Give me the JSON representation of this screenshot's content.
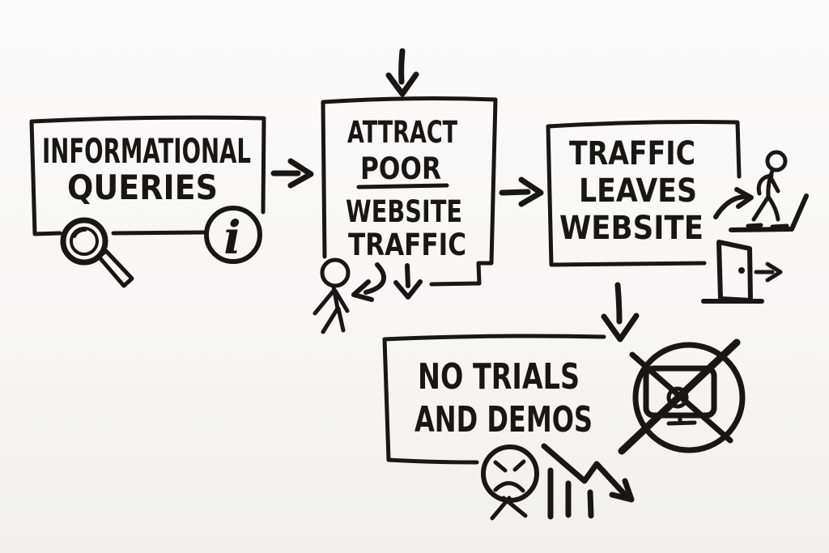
{
  "colors": {
    "background": "#f7f6f5",
    "ink": "#181715"
  },
  "boxes": {
    "informational_queries": {
      "line1": "INFORMATIONAL",
      "line2": "QUERIES"
    },
    "attract_poor_website_traffic": {
      "line1": "ATTRACT",
      "line2": "POOR",
      "line3": "WEBSITE",
      "line4": "TRAFFIC"
    },
    "traffic_leaves_website": {
      "line1": "TRAFFIC",
      "line2": "LEAVES",
      "line3": "WEBSITE"
    },
    "no_trials_and_demos": {
      "line1": "NO TRIALS",
      "line2": "AND DEMOS"
    }
  },
  "icons": {
    "info": "i",
    "magnifier": "magnifying-glass",
    "visitor": "stick-figure",
    "leaving_person": "walking-person-exiting",
    "exit_door": "open-door-with-arrow",
    "no_computer": "crossed-out-monitor",
    "unhappy_user": "sad-stick-face",
    "decline": "falling-bar-chart-arrow"
  }
}
